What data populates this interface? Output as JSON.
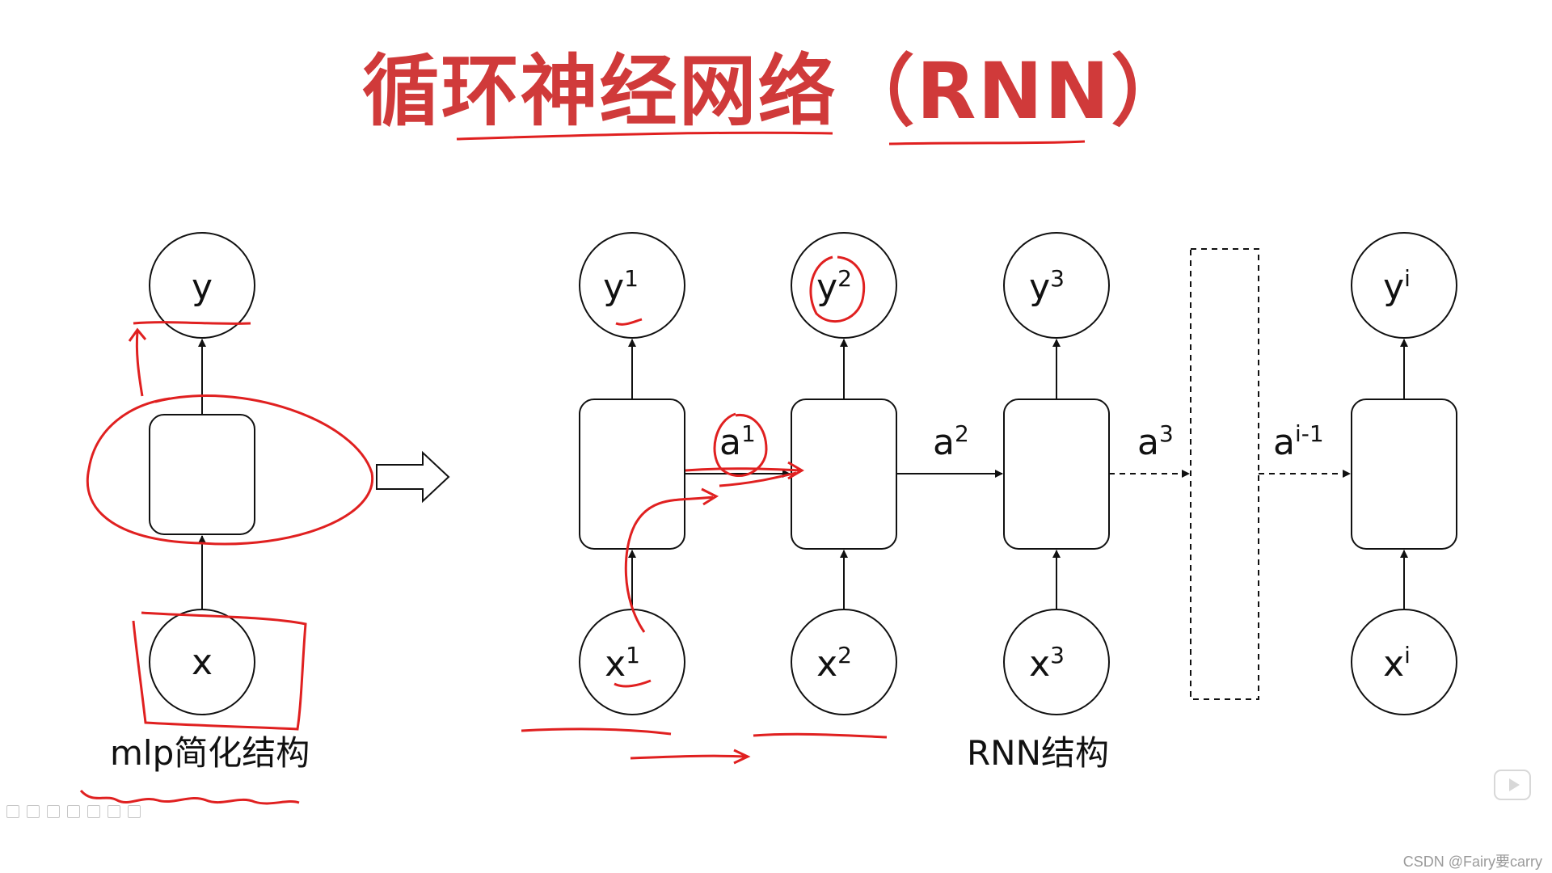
{
  "title": "循环神经网络（RNN）",
  "mlp": {
    "caption": "mlp简化结构",
    "output": {
      "base": "y",
      "sup": ""
    },
    "input": {
      "base": "x",
      "sup": ""
    }
  },
  "rnn": {
    "caption": "RNN结构",
    "outputs": [
      {
        "base": "y",
        "sup": "1"
      },
      {
        "base": "y",
        "sup": "2"
      },
      {
        "base": "y",
        "sup": "3"
      },
      {
        "base": "y",
        "sup": "i"
      }
    ],
    "inputs": [
      {
        "base": "x",
        "sup": "1"
      },
      {
        "base": "x",
        "sup": "2"
      },
      {
        "base": "x",
        "sup": "3"
      },
      {
        "base": "x",
        "sup": "i"
      }
    ],
    "activations": [
      {
        "base": "a",
        "sup": "1"
      },
      {
        "base": "a",
        "sup": "2"
      },
      {
        "base": "a",
        "sup": "3"
      },
      {
        "base": "a",
        "sup": "i-1"
      }
    ]
  },
  "watermark": "CSDN @Fairy要carry",
  "colors": {
    "title": "#d03a3a",
    "annotation": "#e02020",
    "line": "#111111"
  }
}
